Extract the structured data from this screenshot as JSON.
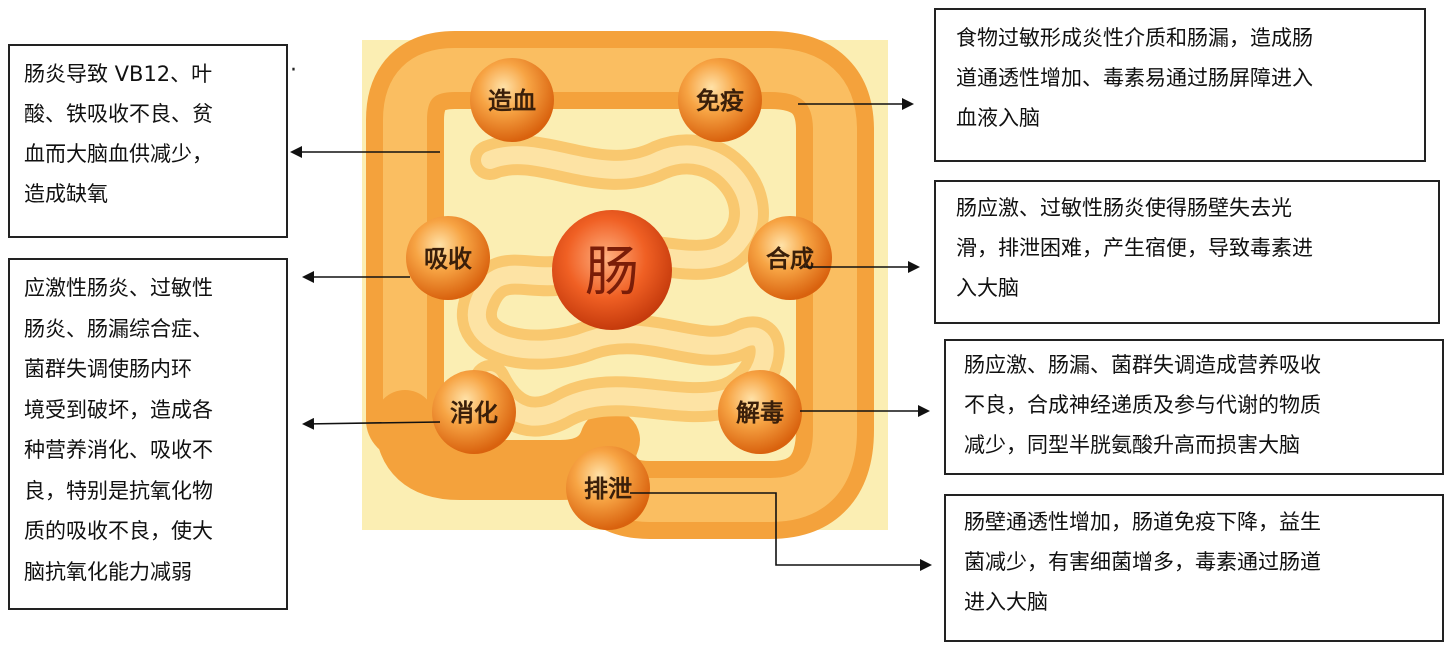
{
  "center": "肠",
  "nodes": {
    "hematopoiesis": "造血",
    "immunity": "免疫",
    "absorption": "吸收",
    "synthesis": "合成",
    "digestion": "消化",
    "detox": "解毒",
    "excretion": "排泄"
  },
  "boxes": {
    "top_left": [
      "肠炎导致 VB12、叶",
      "酸、铁吸收不良、贫",
      "血而大脑血供减少，",
      "造成缺氧"
    ],
    "mid_left": [
      "应激性肠炎、过敏性",
      "肠炎、肠漏综合症、",
      "菌群失调使肠内环",
      "境受到破坏，造成各",
      "种营养消化、吸收不",
      "良，特别是抗氧化物",
      "质的吸收不良，使大",
      "脑抗氧化能力减弱"
    ],
    "top_right": [
      "食物过敏形成炎性介质和肠漏，造成肠",
      "道通透性增加、毒素易通过肠屏障进入",
      "血液入脑"
    ],
    "right_2": [
      "肠应激、过敏性肠炎使得肠壁失去光",
      "滑，排泄困难，产生宿便，导致毒素进",
      "入大脑"
    ],
    "right_3": [
      "肠应激、肠漏、菌群失调造成营养吸收",
      "不良，合成神经递质及参与代谢的物质",
      "减少，同型半胱氨酸升高而损害大脑"
    ],
    "right_4": [
      "肠壁通透性增加，肠道免疫下降，益生",
      "菌减少，有害细菌增多，毒素通过肠道",
      "进入大脑"
    ]
  },
  "colors": {
    "background_panel": "#fbeeb3",
    "intestine": "#f5a53a",
    "node": "#f07a1c",
    "center": "#e85a1a"
  }
}
